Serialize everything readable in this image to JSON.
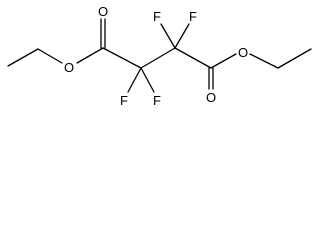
{
  "molecule": {
    "atoms": {
      "o_carbonyl_left": "O",
      "o_ester_left": "O",
      "f_upper_left": "F",
      "f_upper_right": "F",
      "f_lower_left": "F",
      "f_lower_right": "F",
      "o_ester_right": "O",
      "o_carbonyl_right": "O"
    },
    "colors": {
      "bond": "#000000",
      "label": "#000000",
      "background": "#ffffff"
    }
  }
}
